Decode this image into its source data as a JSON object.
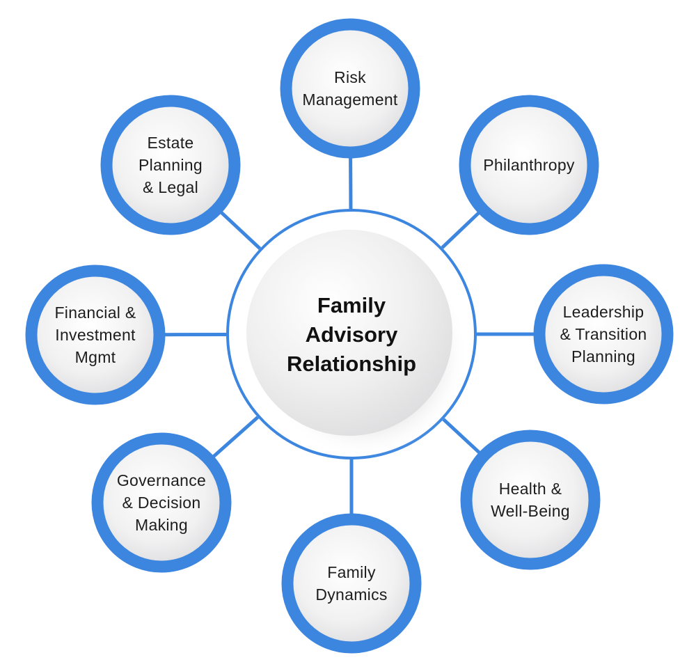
{
  "center": {
    "lines": [
      "Family",
      "Advisory",
      "Relationship"
    ]
  },
  "nodes": [
    {
      "id": "risk-management",
      "lines": [
        "Risk",
        "Management"
      ]
    },
    {
      "id": "philanthropy",
      "lines": [
        "Philanthropy"
      ]
    },
    {
      "id": "leadership-transition-planning",
      "lines": [
        "Leadership",
        "& Transition",
        "Planning"
      ]
    },
    {
      "id": "health-well-being",
      "lines": [
        "Health &",
        "Well-Being"
      ]
    },
    {
      "id": "family-dynamics",
      "lines": [
        "Family",
        "Dynamics"
      ]
    },
    {
      "id": "governance-decision-making",
      "lines": [
        "Governance",
        "& Decision",
        "Making"
      ]
    },
    {
      "id": "financial-investment-mgmt",
      "lines": [
        "Financial &",
        "Investment",
        "Mgmt"
      ]
    },
    {
      "id": "estate-planning-legal",
      "lines": [
        "Estate",
        "Planning",
        "& Legal"
      ]
    }
  ],
  "colors": {
    "ring": "#3d86e0",
    "text": "#1d1d1d"
  }
}
